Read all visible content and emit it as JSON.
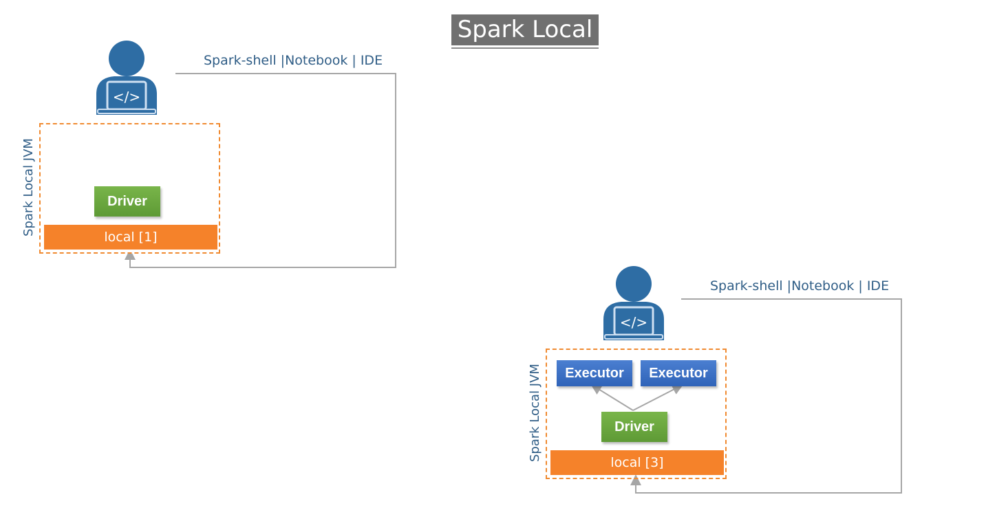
{
  "title": "Spark Local",
  "diagram_left": {
    "tool_label": "Spark-shell |Notebook | IDE",
    "jvm_label": "Spark Local JVM",
    "driver_label": "Driver",
    "local_label": "local [1]"
  },
  "diagram_right": {
    "tool_label": "Spark-shell |Notebook | IDE",
    "jvm_label": "Spark Local JVM",
    "executors": [
      "Executor",
      "Executor"
    ],
    "driver_label": "Driver",
    "local_label": "local [3]"
  },
  "colors": {
    "user_icon": "#2e6da4",
    "jvm_border": "#f08a30",
    "local_bar": "#f5822a",
    "driver": "#6aa83f",
    "executor": "#3a6fc4",
    "title_bg": "#707070",
    "label_text": "#2f5d86",
    "connector": "#a6a6a6"
  }
}
